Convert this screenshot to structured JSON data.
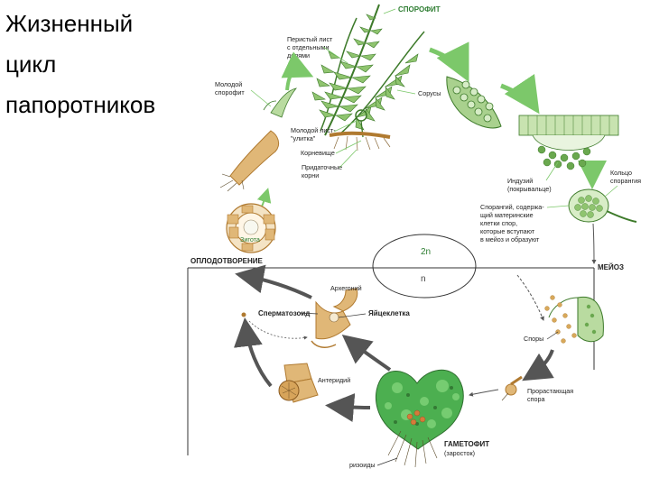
{
  "title": {
    "lines": [
      "Жизненный",
      "цикл",
      "папоротников"
    ]
  },
  "labels": {
    "sporophyte": "СПОРОФИТ",
    "pinnate_leaf": [
      "Перистый лист",
      "с отдельными",
      "долями"
    ],
    "young_sporophyte": [
      "Молодой",
      "спорофит"
    ],
    "young_leaf": [
      "Молодой лист-",
      "\"улитка\""
    ],
    "rhizome": "Корневище",
    "adventitious_roots": [
      "Придаточные",
      "корни"
    ],
    "sori": "Сорусы",
    "indusium": [
      "Индузий",
      "(покрывальце)"
    ],
    "annulus": [
      "Кольцо",
      "спорангия"
    ],
    "sporangium_desc": [
      "Спорангий, содержа-",
      "щий материнские",
      "клетки спор,",
      "которые вступают",
      "в мейоз и образуют"
    ],
    "zygote": "Зигота",
    "fertilization": "ОПЛОДОТВОРЕНИЕ",
    "meiosis": "МЕЙОЗ",
    "diploid": "2n",
    "haploid": "n",
    "archegonium": "Архегоний",
    "sperm": "Сперматозоид",
    "egg": "Яйцеклетка",
    "spores": "Споры",
    "antheridium": "Антеридий",
    "germinating_spore": [
      "Прорастающая",
      "спора"
    ],
    "gametophyte": [
      "ГАМЕТОФИТ",
      "(заросток)"
    ],
    "rhizoids": "ризоиды"
  },
  "colors": {
    "leaf_green": "#6aa84f",
    "dark_green": "#3d7a2a",
    "arrow_green": "#7cc86a",
    "arrow_gray": "#555555",
    "tan": "#e0b777",
    "tan_dark": "#b07a30",
    "gametophyte_green": "#4caf50",
    "line": "#333333"
  }
}
